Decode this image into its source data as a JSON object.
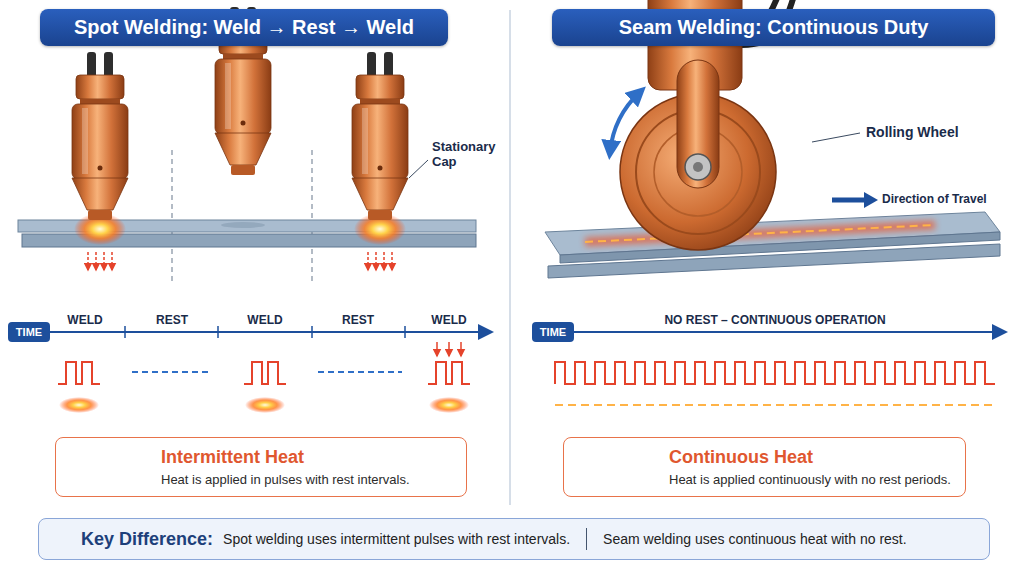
{
  "diagram": {
    "nodes": [
      {
        "text": [
          "Spot Welding: Weld → Rest → Weld"
        ]
      },
      {
        "text": [
          "Seam Welding: Continuous Duty"
        ]
      },
      {
        "text": [
          "TIME"
        ]
      },
      {
        "text": [
          "TIME"
        ]
      },
      {
        "text": [
          "Intermittent Heat",
          "Heat is applied in pulses with rest intervals."
        ]
      },
      {
        "text": [
          "Continuous Heat",
          "Heat is applied continuously with no rest periods."
        ]
      },
      {
        "text": [
          "Key Difference:",
          "Spot welding uses intermittent pulses with rest intervals.",
          "Seam welding uses continuous heat with no rest."
        ]
      }
    ],
    "labels": [
      "Stationary Cap",
      "Rolling Wheel",
      "Direction of Travel",
      "WELD",
      "REST",
      "WELD",
      "REST",
      "WELD",
      "NO REST – CONTINUOUS OPERATION"
    ]
  }
}
